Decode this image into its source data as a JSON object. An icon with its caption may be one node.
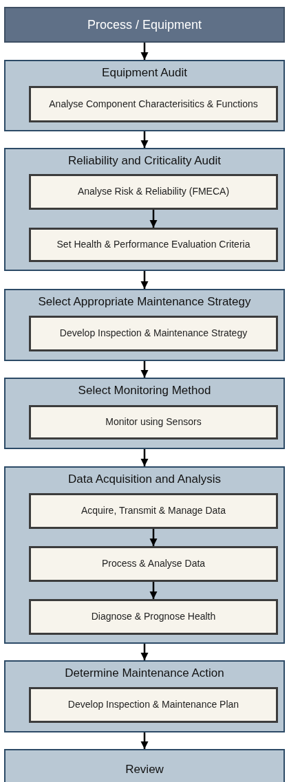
{
  "diagram": {
    "nodes": [
      {
        "text": [
          "Process / Equipment"
        ]
      },
      {
        "text": [
          "Equipment Audit"
        ]
      },
      {
        "text": [
          "Analyse Component Characterisitics & Functions"
        ],
        "in": 1
      },
      {
        "text": [
          "Reliability and Criticality Audit"
        ]
      },
      {
        "text": [
          "Analyse Risk & Reliability (FMECA)"
        ],
        "in": 3
      },
      {
        "text": [
          "Set Health & Performance Evaluation Criteria"
        ],
        "in": 3
      },
      {
        "text": [
          "Select Appropriate Maintenance Strategy"
        ]
      },
      {
        "text": [
          "Develop Inspection & Maintenance Strategy"
        ],
        "in": 6
      },
      {
        "text": [
          "Select Monitoring Method"
        ]
      },
      {
        "text": [
          "Monitor using Sensors"
        ],
        "in": 8
      },
      {
        "text": [
          "Data Acquisition and Analysis"
        ]
      },
      {
        "text": [
          "Acquire, Transmit & Manage Data"
        ],
        "in": 10
      },
      {
        "text": [
          "Process & Analyse Data"
        ],
        "in": 10
      },
      {
        "text": [
          "Diagnose & Prognose Health"
        ],
        "in": 10
      },
      {
        "text": [
          "Determine Maintenance Action"
        ]
      },
      {
        "text": [
          "Develop Inspection & Maintenance Plan"
        ],
        "in": 14
      },
      {
        "text": [
          "Review"
        ]
      }
    ],
    "edges": [
      {
        "from": 0,
        "to": 1,
        "arrow": "to"
      },
      {
        "from": 1,
        "to": 3,
        "arrow": "to"
      },
      {
        "from": 4,
        "to": 5,
        "arrow": "to"
      },
      {
        "from": 3,
        "to": 6,
        "arrow": "to"
      },
      {
        "from": 6,
        "to": 8,
        "arrow": "to"
      },
      {
        "from": 8,
        "to": 10,
        "arrow": "to"
      },
      {
        "from": 11,
        "to": 12,
        "arrow": "to"
      },
      {
        "from": 12,
        "to": 13,
        "arrow": "to"
      },
      {
        "from": 10,
        "to": 14,
        "arrow": "to"
      },
      {
        "from": 14,
        "to": 16,
        "arrow": "to"
      }
    ]
  }
}
